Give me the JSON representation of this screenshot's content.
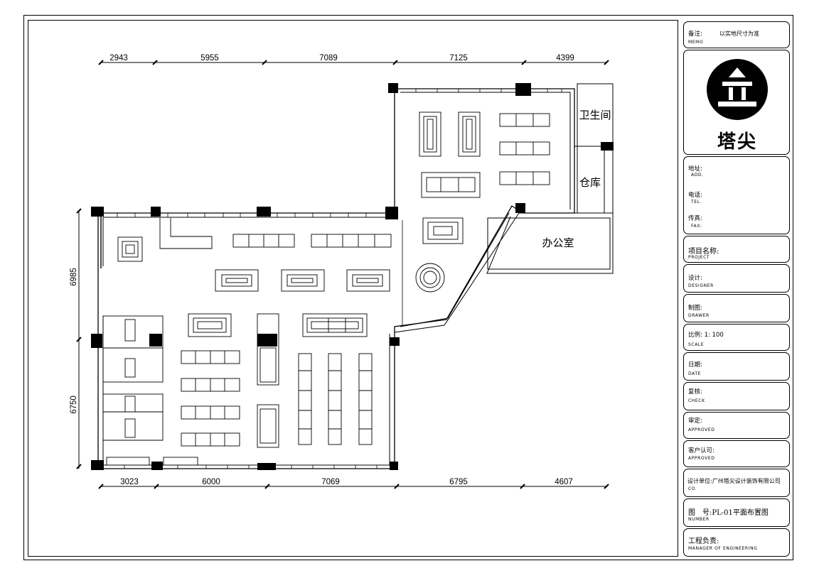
{
  "title_block": {
    "memo_cn": "备注:",
    "memo_en": "MEMO",
    "memo_value": "以实地尺寸为准",
    "logo_text": "塔尖",
    "address_cn": "地址:",
    "address_en": "ADD.",
    "tel_cn": "电话:",
    "tel_en": "TEL.",
    "fax_cn": "传真:",
    "fax_en": "FAX:",
    "project_cn": "项目名称:",
    "project_en": "PROJECT",
    "designer_cn": "设计:",
    "designer_en": "DESIGNER",
    "drawer_cn": "制图:",
    "drawer_en": "DRAWER",
    "scale_cn": "比例: 1: 100",
    "scale_en": "SCALE",
    "date_cn": "日期:",
    "date_en": "DATE",
    "check_cn": "复核:",
    "check_en": "CHECK",
    "approved_cn": "审定:",
    "approved_en": "APPROVED",
    "client_cn": "客户认可:",
    "client_en": "APPROVED",
    "company_cn": "设计单位:广州塔尖设计装饰有限公司",
    "company_en": "CO.",
    "number_cn": "图　号:PL-01平面布置图",
    "number_en": "NUMBER",
    "manager_cn": "工程负责:",
    "manager_en": "MANAGER OF ENGINEERING"
  },
  "dimensions": {
    "top": [
      "2943",
      "5955",
      "7089",
      "7125",
      "4399"
    ],
    "bottom": [
      "3023",
      "6000",
      "7069",
      "6795",
      "4607"
    ],
    "left": [
      "6985",
      "6750"
    ]
  },
  "rooms": {
    "toilet": "卫生间",
    "storage": "仓库",
    "office": "办公室"
  }
}
